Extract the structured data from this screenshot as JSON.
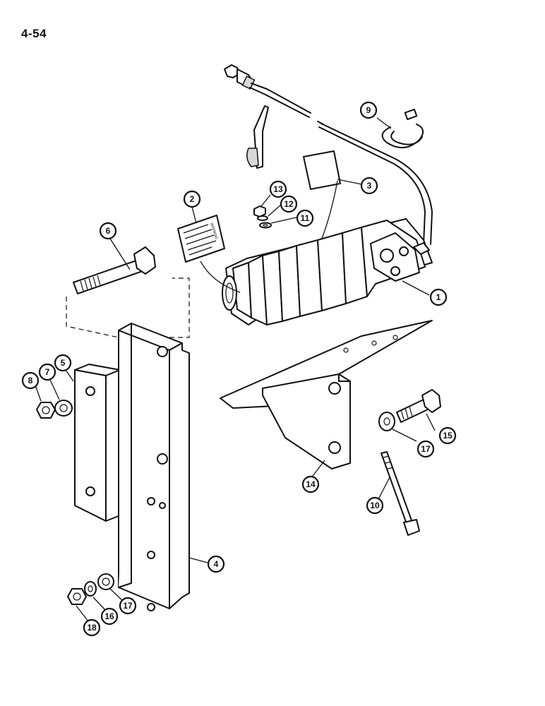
{
  "page": {
    "number": "4-54"
  },
  "decal_text": "WARNING",
  "callouts": [
    {
      "id": "c1",
      "label": "1"
    },
    {
      "id": "c2",
      "label": "2"
    },
    {
      "id": "c3",
      "label": "3"
    },
    {
      "id": "c4",
      "label": "4"
    },
    {
      "id": "c5",
      "label": "5"
    },
    {
      "id": "c6",
      "label": "6"
    },
    {
      "id": "c7",
      "label": "7"
    },
    {
      "id": "c8",
      "label": "8"
    },
    {
      "id": "c9",
      "label": "9"
    },
    {
      "id": "c10",
      "label": "10"
    },
    {
      "id": "c11",
      "label": "11"
    },
    {
      "id": "c12",
      "label": "12"
    },
    {
      "id": "c13",
      "label": "13"
    },
    {
      "id": "c14",
      "label": "14"
    },
    {
      "id": "c15",
      "label": "15"
    },
    {
      "id": "c16",
      "label": "16"
    },
    {
      "id": "c17a",
      "label": "17"
    },
    {
      "id": "c17b",
      "label": "17"
    },
    {
      "id": "c18",
      "label": "18"
    }
  ]
}
